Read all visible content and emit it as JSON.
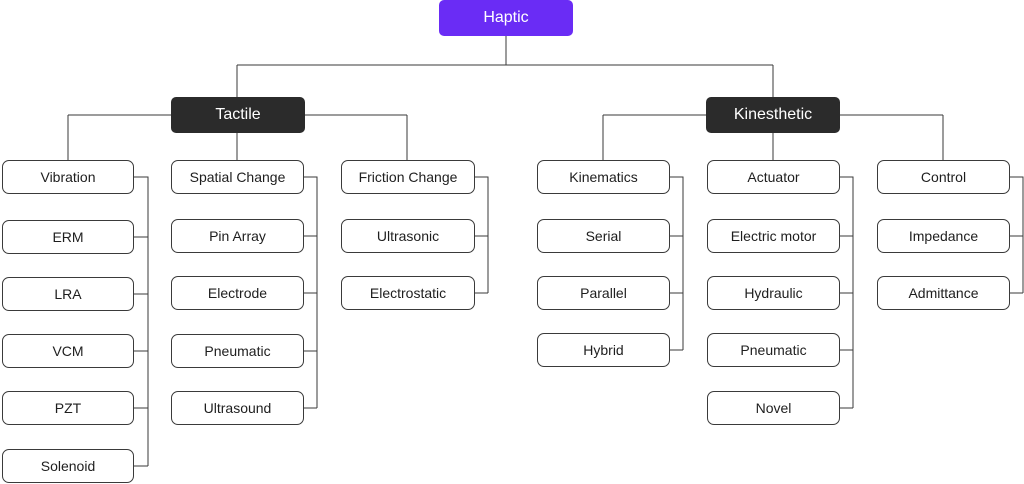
{
  "root": "Haptic",
  "tactile": {
    "label": "Tactile",
    "groups": [
      {
        "label": "Vibration",
        "items": [
          "ERM",
          "LRA",
          "VCM",
          "PZT",
          "Solenoid"
        ]
      },
      {
        "label": "Spatial Change",
        "items": [
          "Pin Array",
          "Electrode",
          "Pneumatic",
          "Ultrasound"
        ]
      },
      {
        "label": "Friction Change",
        "items": [
          "Ultrasonic",
          "Electrostatic"
        ]
      }
    ]
  },
  "kinesthetic": {
    "label": "Kinesthetic",
    "groups": [
      {
        "label": "Kinematics",
        "items": [
          "Serial",
          "Parallel",
          "Hybrid"
        ]
      },
      {
        "label": "Actuator",
        "items": [
          "Electric motor",
          "Hydraulic",
          "Pneumatic",
          "Novel"
        ]
      },
      {
        "label": "Control",
        "items": [
          "Impedance",
          "Admittance"
        ]
      }
    ]
  },
  "colors": {
    "root": "#6a2cf5",
    "category": "#2b2b2b",
    "line": "#3a3a3a"
  }
}
